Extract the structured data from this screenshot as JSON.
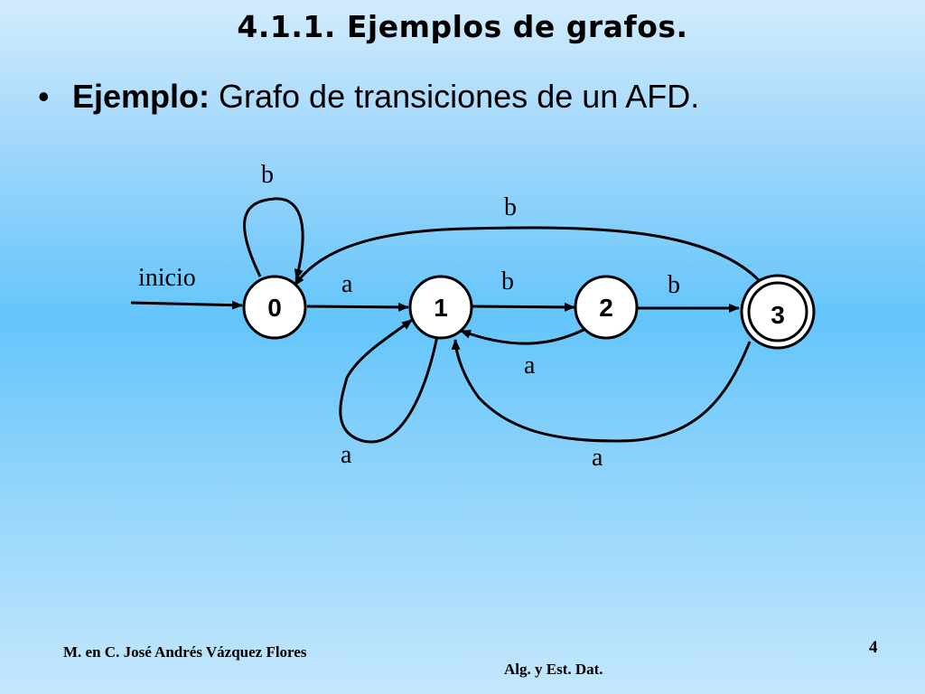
{
  "slide": {
    "title": "4.1.1. Ejemplos de grafos.",
    "bullet_symbol": "•",
    "bullet_bold": "Ejemplo:",
    "bullet_text": " Grafo de transiciones de un AFD."
  },
  "diagram": {
    "start_label": "inicio",
    "nodes": [
      {
        "id": "0",
        "label": "0",
        "accepting": false
      },
      {
        "id": "1",
        "label": "1",
        "accepting": false
      },
      {
        "id": "2",
        "label": "2",
        "accepting": false
      },
      {
        "id": "3",
        "label": "3",
        "accepting": true
      }
    ],
    "edges": [
      {
        "from": "0",
        "to": "0",
        "label": "b"
      },
      {
        "from": "0",
        "to": "1",
        "label": "a"
      },
      {
        "from": "1",
        "to": "1",
        "label": "a"
      },
      {
        "from": "1",
        "to": "2",
        "label": "b"
      },
      {
        "from": "2",
        "to": "1",
        "label": "a"
      },
      {
        "from": "2",
        "to": "3",
        "label": "b"
      },
      {
        "from": "3",
        "to": "0",
        "label": "b"
      },
      {
        "from": "3",
        "to": "1",
        "label": "a"
      }
    ]
  },
  "footer": {
    "author": "M. en C. José Andrés Vázquez Flores",
    "course": "Alg. y Est. Dat.",
    "page": "4"
  }
}
